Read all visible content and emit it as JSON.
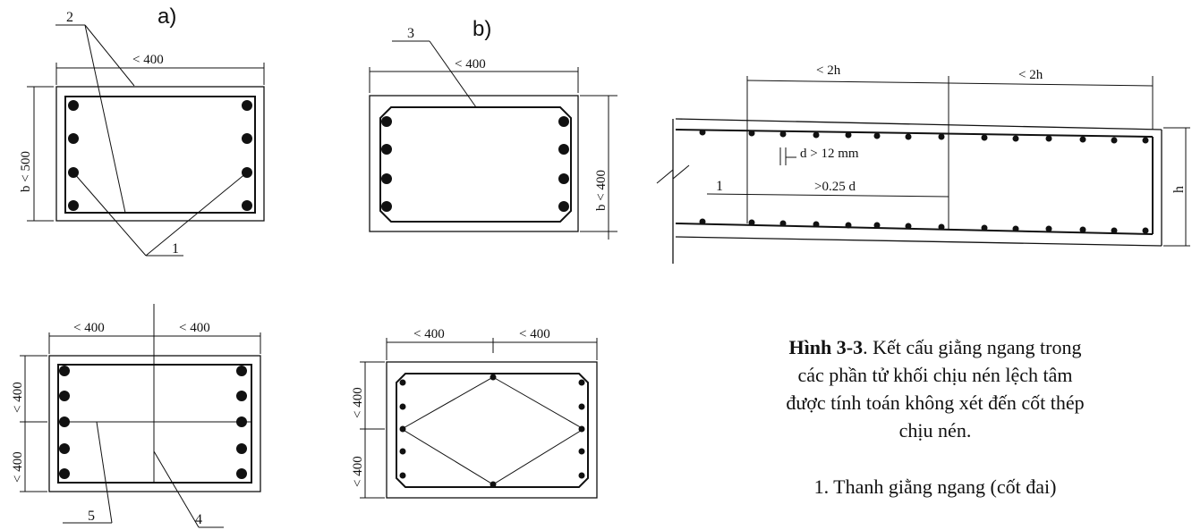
{
  "labels": {
    "a": "a)",
    "b": "b)",
    "n1": "1",
    "n2": "2",
    "n3": "3",
    "n4": "4",
    "n5": "5"
  },
  "dims": {
    "le400": "< 400",
    "b_le500": "b < 500",
    "b_le400": "b < 400",
    "le2h": "< 2h",
    "d_ge12": "d > 12 mm",
    "ge025d": ">0.25 d",
    "h": "h"
  },
  "caption": {
    "heading": "Hình 3-3",
    "line1": ". Kết cấu giằng ngang trong",
    "line2": "các phần tử khối chịu nén lệch tâm",
    "line3": "được tính toán không xét đến cốt thép",
    "line4": "chịu nén.",
    "legend1": "1. Thanh giằng ngang (cốt đai)"
  }
}
